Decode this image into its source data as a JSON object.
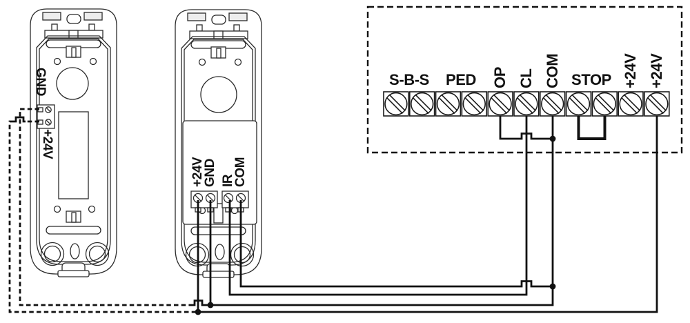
{
  "control_board": {
    "terminal_count": 11,
    "border_style": "dashed",
    "labels": {
      "sbs": "S-B-S",
      "ped": "PED",
      "op": "OP",
      "cl": "CL",
      "com": "COM",
      "stop": "STOP",
      "v24_left": "+24V",
      "v24_right": "+24V"
    }
  },
  "photocell_transmitter": {
    "labels": {
      "gnd": "GND",
      "v24": "+24V"
    }
  },
  "photocell_receiver": {
    "labels": {
      "v24": "+24V",
      "gnd": "GND",
      "ir": "IR",
      "com": "COM"
    }
  },
  "colors": {
    "ink": "#111111",
    "outline": "#2b2b2b",
    "background": "#ffffff"
  }
}
